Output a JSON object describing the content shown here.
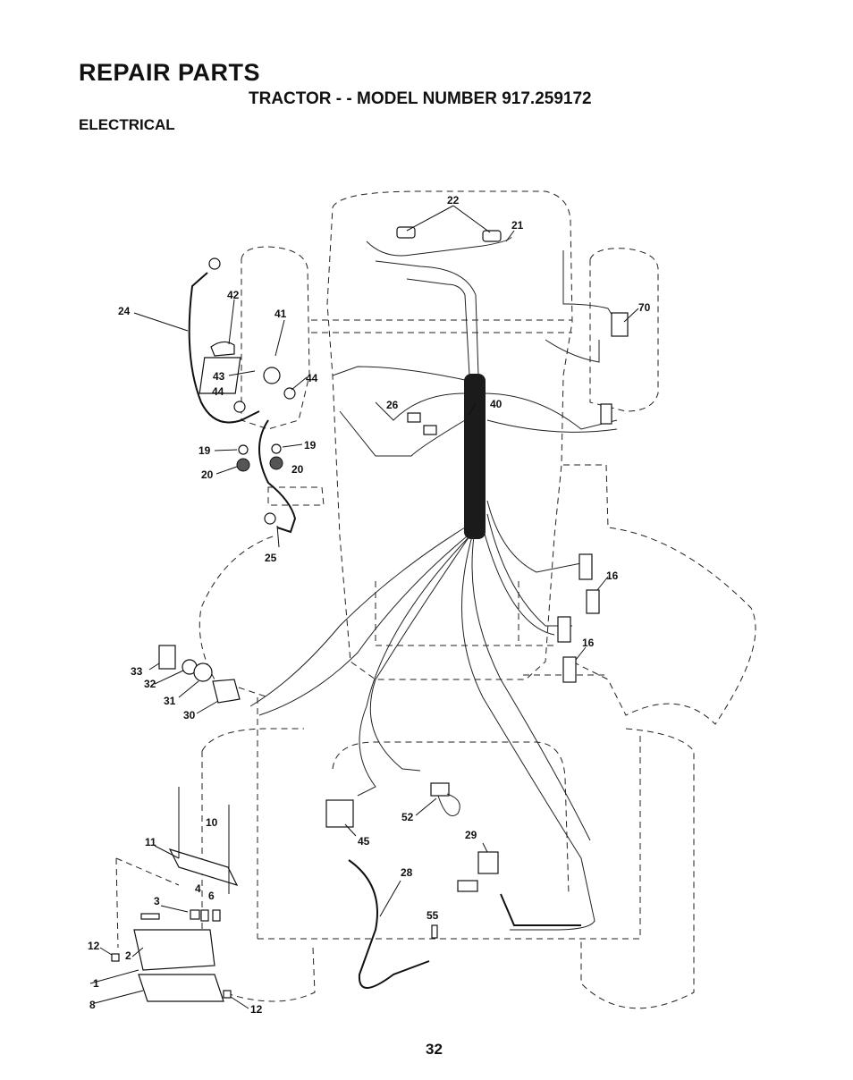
{
  "header": {
    "title": "REPAIR PARTS",
    "model_line": "TRACTOR - - MODEL NUMBER 917.259172",
    "section": "ELECTRICAL"
  },
  "callouts": {
    "c22": "22",
    "c21": "21",
    "c70": "70",
    "c42": "42",
    "c41": "41",
    "c24": "24",
    "c43": "43",
    "c44a": "44",
    "c44b": "44",
    "c26": "26",
    "c40": "40",
    "c19a": "19",
    "c19b": "19",
    "c20a": "20",
    "c20b": "20",
    "c25": "25",
    "c16a": "16",
    "c16b": "16",
    "c33": "33",
    "c32": "32",
    "c31": "31",
    "c30": "30",
    "c10": "10",
    "c11": "11",
    "c52": "52",
    "c45": "45",
    "c29": "29",
    "c28": "28",
    "c3": "3",
    "c4": "4",
    "c6": "6",
    "c55": "55",
    "c12a": "12",
    "c2": "2",
    "c1": "1",
    "c8": "8",
    "c12b": "12"
  },
  "footer": {
    "page_number": "32"
  }
}
